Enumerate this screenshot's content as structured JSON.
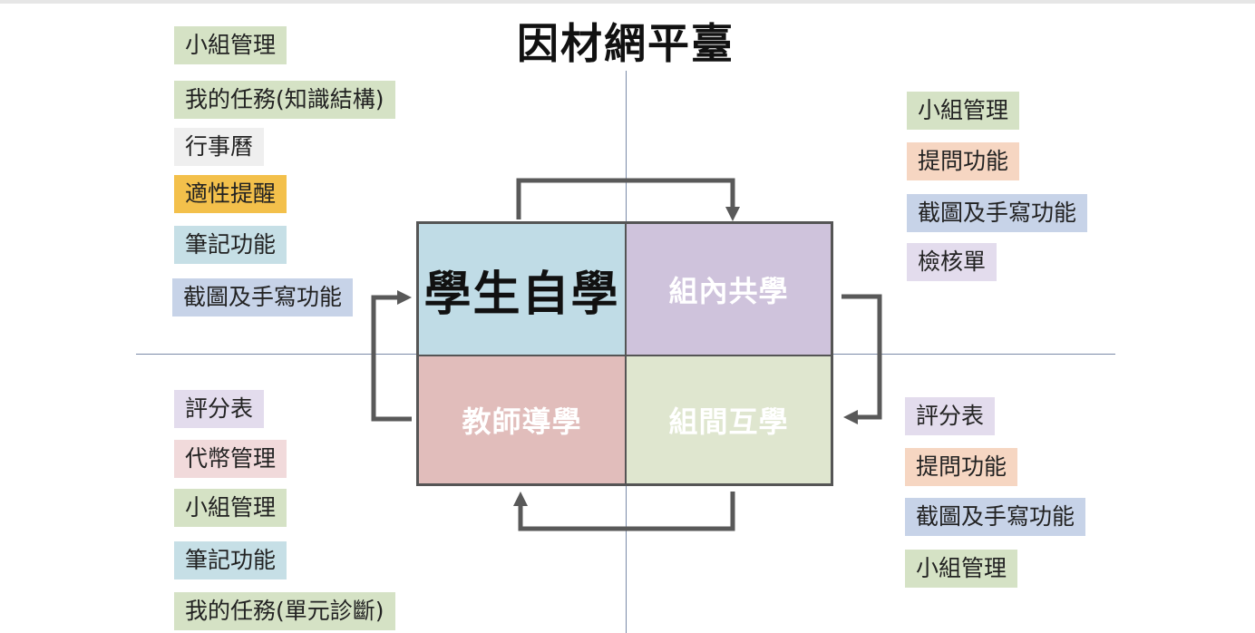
{
  "title": "因材網平臺",
  "quadrants": {
    "student_self": "學生自學",
    "group_inner": "組內共學",
    "teacher_guide": "教師導學",
    "group_inter": "組間互學"
  },
  "colors": {
    "green": "#d5e2c5",
    "orange": "#f6d6c2",
    "blue": "#c7d3e8",
    "lavender": "#e3dced",
    "gray": "#efefef",
    "yellow": "#f3c04b",
    "lightblue": "#c6dfe6",
    "pink": "#f1dadb",
    "arrow": "#595959"
  },
  "top_left_list": [
    {
      "label": "小組管理",
      "color": "green"
    },
    {
      "label": "我的任務(知識結構)",
      "color": "green"
    },
    {
      "label": "行事曆",
      "color": "gray"
    },
    {
      "label": "適性提醒",
      "color": "yellow"
    },
    {
      "label": "筆記功能",
      "color": "lightblue"
    },
    {
      "label": "截圖及手寫功能",
      "color": "blue"
    }
  ],
  "top_right_list": [
    {
      "label": "小組管理",
      "color": "green"
    },
    {
      "label": "提問功能",
      "color": "orange"
    },
    {
      "label": "截圖及手寫功能",
      "color": "blue"
    },
    {
      "label": "檢核單",
      "color": "lavender"
    }
  ],
  "bottom_left_list": [
    {
      "label": "評分表",
      "color": "lavender"
    },
    {
      "label": "代幣管理",
      "color": "pink"
    },
    {
      "label": "小組管理",
      "color": "green"
    },
    {
      "label": "筆記功能",
      "color": "lightblue"
    },
    {
      "label": "我的任務(單元診斷)",
      "color": "green"
    }
  ],
  "bottom_right_list": [
    {
      "label": "評分表",
      "color": "lavender"
    },
    {
      "label": "提問功能",
      "color": "orange"
    },
    {
      "label": "截圖及手寫功能",
      "color": "blue"
    },
    {
      "label": "小組管理",
      "color": "green"
    }
  ]
}
